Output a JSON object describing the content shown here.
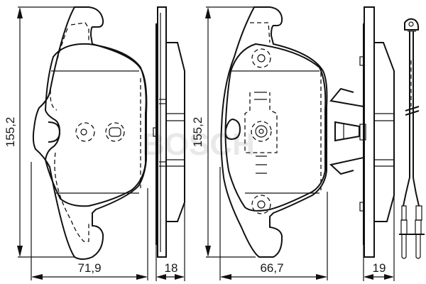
{
  "diagram": {
    "subject": "brake pad set technical drawing",
    "watermark": "BOSCH",
    "views": [
      {
        "name": "pad-1-front",
        "height_label": "155,2",
        "width_label": "71,9"
      },
      {
        "name": "pad-1-side",
        "thickness_label": "18"
      },
      {
        "name": "pad-2-front",
        "height_label": "155,2",
        "width_label": "66,7"
      },
      {
        "name": "pad-2-side",
        "thickness_label": "19"
      },
      {
        "name": "wear-sensor",
        "label": ""
      }
    ],
    "colors": {
      "line": "#111111",
      "background": "#ffffff",
      "watermark": "#d6d6d6"
    }
  }
}
